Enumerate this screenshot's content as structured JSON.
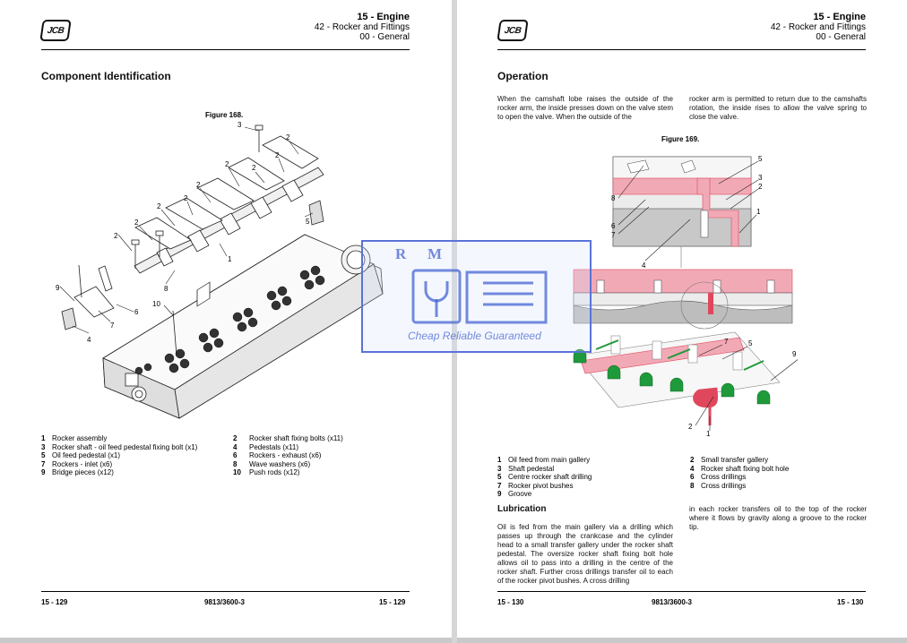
{
  "left_page": {
    "logo": "JCB",
    "header": {
      "chapter": "15 - Engine",
      "section": "42 - Rocker and Fittings",
      "subsection": "00 - General"
    },
    "heading": "Component Identification",
    "figure_caption": "Figure 168.",
    "callouts": [
      "3",
      "2",
      "2",
      "2",
      "2",
      "2",
      "2",
      "2",
      "2",
      "5",
      "1",
      "2",
      "8",
      "9",
      "6",
      "7",
      "4",
      "10"
    ],
    "legend_left": [
      {
        "num": "1",
        "text": "Rocker assembly"
      },
      {
        "num": "3",
        "text": "Rocker shaft - oil feed pedestal fixing bolt (x1)"
      },
      {
        "num": "5",
        "text": "Oil feed pedestal (x1)"
      },
      {
        "num": "7",
        "text": "Rockers - inlet (x6)"
      },
      {
        "num": "9",
        "text": "Bridge pieces (x12)"
      }
    ],
    "legend_right": [
      {
        "num": "2",
        "text": "Rocker shaft fixing bolts (x11)"
      },
      {
        "num": "4",
        "text": "Pedestals (x11)"
      },
      {
        "num": "6",
        "text": "Rockers - exhaust (x6)"
      },
      {
        "num": "8",
        "text": "Wave washers (x6)"
      },
      {
        "num": "10",
        "text": "Push rods (x12)"
      }
    ],
    "footer": {
      "page_left": "15 - 129",
      "doc": "9813/3600-3",
      "page_right": "15 - 129"
    }
  },
  "right_page": {
    "logo": "JCB",
    "header": {
      "chapter": "15 - Engine",
      "section": "42 - Rocker and Fittings",
      "subsection": "00 - General"
    },
    "heading": "Operation",
    "op_col1": "When the camshaft lobe raises the outside of the rocker arm, the inside presses down on the valve stem to open the valve. When the outside of the",
    "op_col2": "rocker arm is permitted to return due to the camshafts rotation, the inside rises to allow the valve spring to close the valve.",
    "figure_caption": "Figure 169.",
    "callouts_top": [
      "5",
      "3",
      "2",
      "1",
      "8",
      "6",
      "7",
      "4"
    ],
    "callouts_bottom": [
      "7",
      "5",
      "9",
      "2",
      "1"
    ],
    "legend_left": [
      {
        "num": "1",
        "text": "Oil feed from main gallery"
      },
      {
        "num": "3",
        "text": "Shaft pedestal"
      },
      {
        "num": "5",
        "text": "Centre rocker shaft drilling"
      },
      {
        "num": "7",
        "text": "Rocker pivot bushes"
      },
      {
        "num": "9",
        "text": "Groove"
      }
    ],
    "legend_right": [
      {
        "num": "2",
        "text": "Small transfer gallery"
      },
      {
        "num": "4",
        "text": "Rocker shaft fixing bolt hole"
      },
      {
        "num": "6",
        "text": "Cross drillings"
      },
      {
        "num": "8",
        "text": "Cross drillings"
      }
    ],
    "lubrication_heading": "Lubrication",
    "lub_col1": "Oil is fed from the main gallery via a drilling which passes up through the crankcase and the cylinder head to a small transfer gallery under the rocker shaft pedestal. The oversize rocker shaft fixing bolt hole allows oil to pass into a drilling in the centre of the rocker shaft. Further cross drillings transfer oil to each of the rocker pivot bushes. A cross drilling",
    "lub_col2": "in each rocker transfers oil to the top of the rocker where it flows by gravity along a groove to the rocker tip.",
    "footer": {
      "page_left": "15 - 130",
      "doc": "9813/3600-3",
      "page_right": "15 - 130"
    }
  },
  "watermark": {
    "letters": [
      "R",
      "M"
    ],
    "slogan": "Cheap Reliable Guaranteed"
  },
  "colors": {
    "oil": "#e0475c",
    "oil_light": "#f2a9b6",
    "bush_green": "#1f9a3a",
    "watermark_blue": "#5b73d8"
  }
}
